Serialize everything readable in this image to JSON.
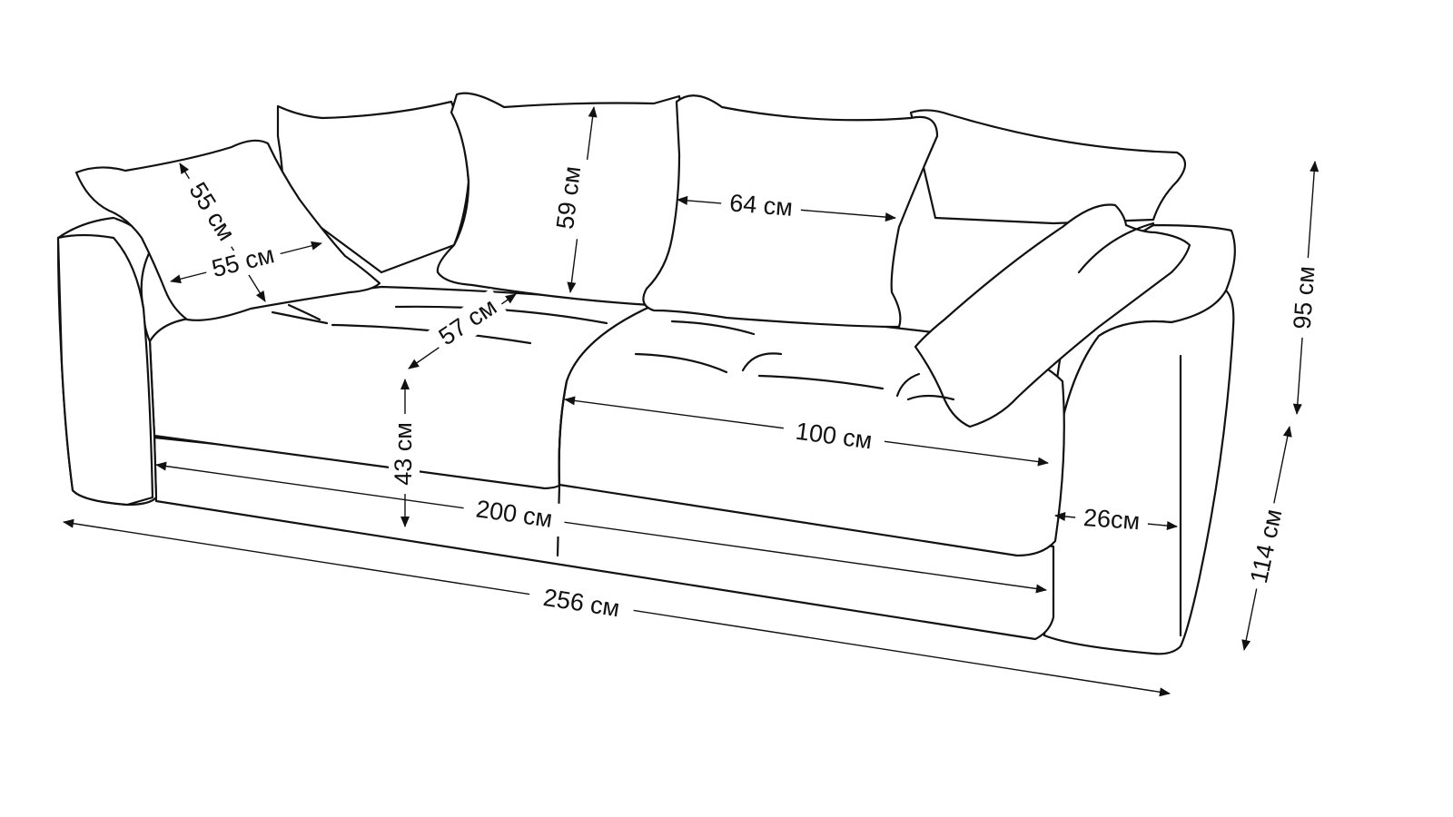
{
  "colors": {
    "background": "#ffffff",
    "line": "#111111"
  },
  "dimensions": {
    "pillow_height": "55 см",
    "pillow_width": "55 см",
    "back_cushion_height": "59 см",
    "back_cushion_width": "64 см",
    "seat_depth": "57 см",
    "seat_height": "43 см",
    "seat_width": "100 см",
    "inner_width": "200 см",
    "total_width": "256 см",
    "arm_width": "26см",
    "total_height": "95 см",
    "total_depth": "114 см"
  }
}
